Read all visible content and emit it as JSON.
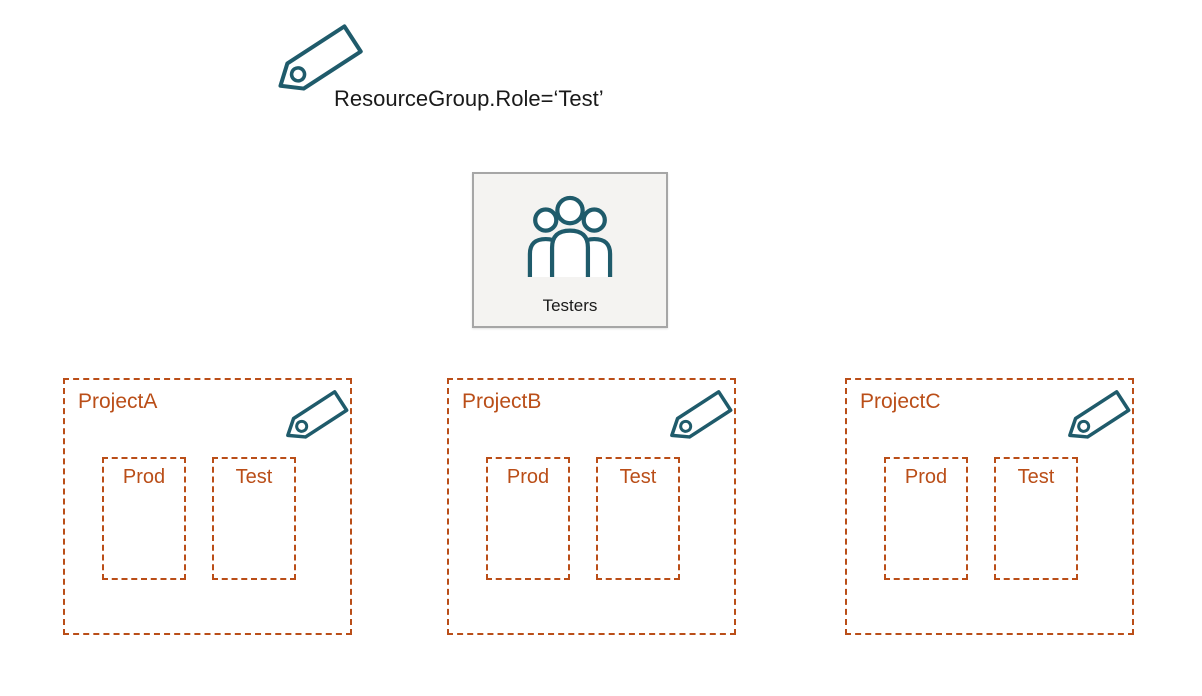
{
  "header_tag": {
    "label": "ResourceGroup.Role=‘Test’"
  },
  "testers": {
    "label": "Testers"
  },
  "projects": [
    {
      "name": "ProjectA",
      "environments": [
        "Prod",
        "Test"
      ]
    },
    {
      "name": "ProjectB",
      "environments": [
        "Prod",
        "Test"
      ]
    },
    {
      "name": "ProjectC",
      "environments": [
        "Prod",
        "Test"
      ]
    }
  ],
  "colors": {
    "rust": "#BA4E18",
    "teal": "#1F5B6B",
    "box_bg": "#F4F3F1",
    "box_border": "#A6A6A6",
    "text_dark": "#1A1A1A"
  }
}
